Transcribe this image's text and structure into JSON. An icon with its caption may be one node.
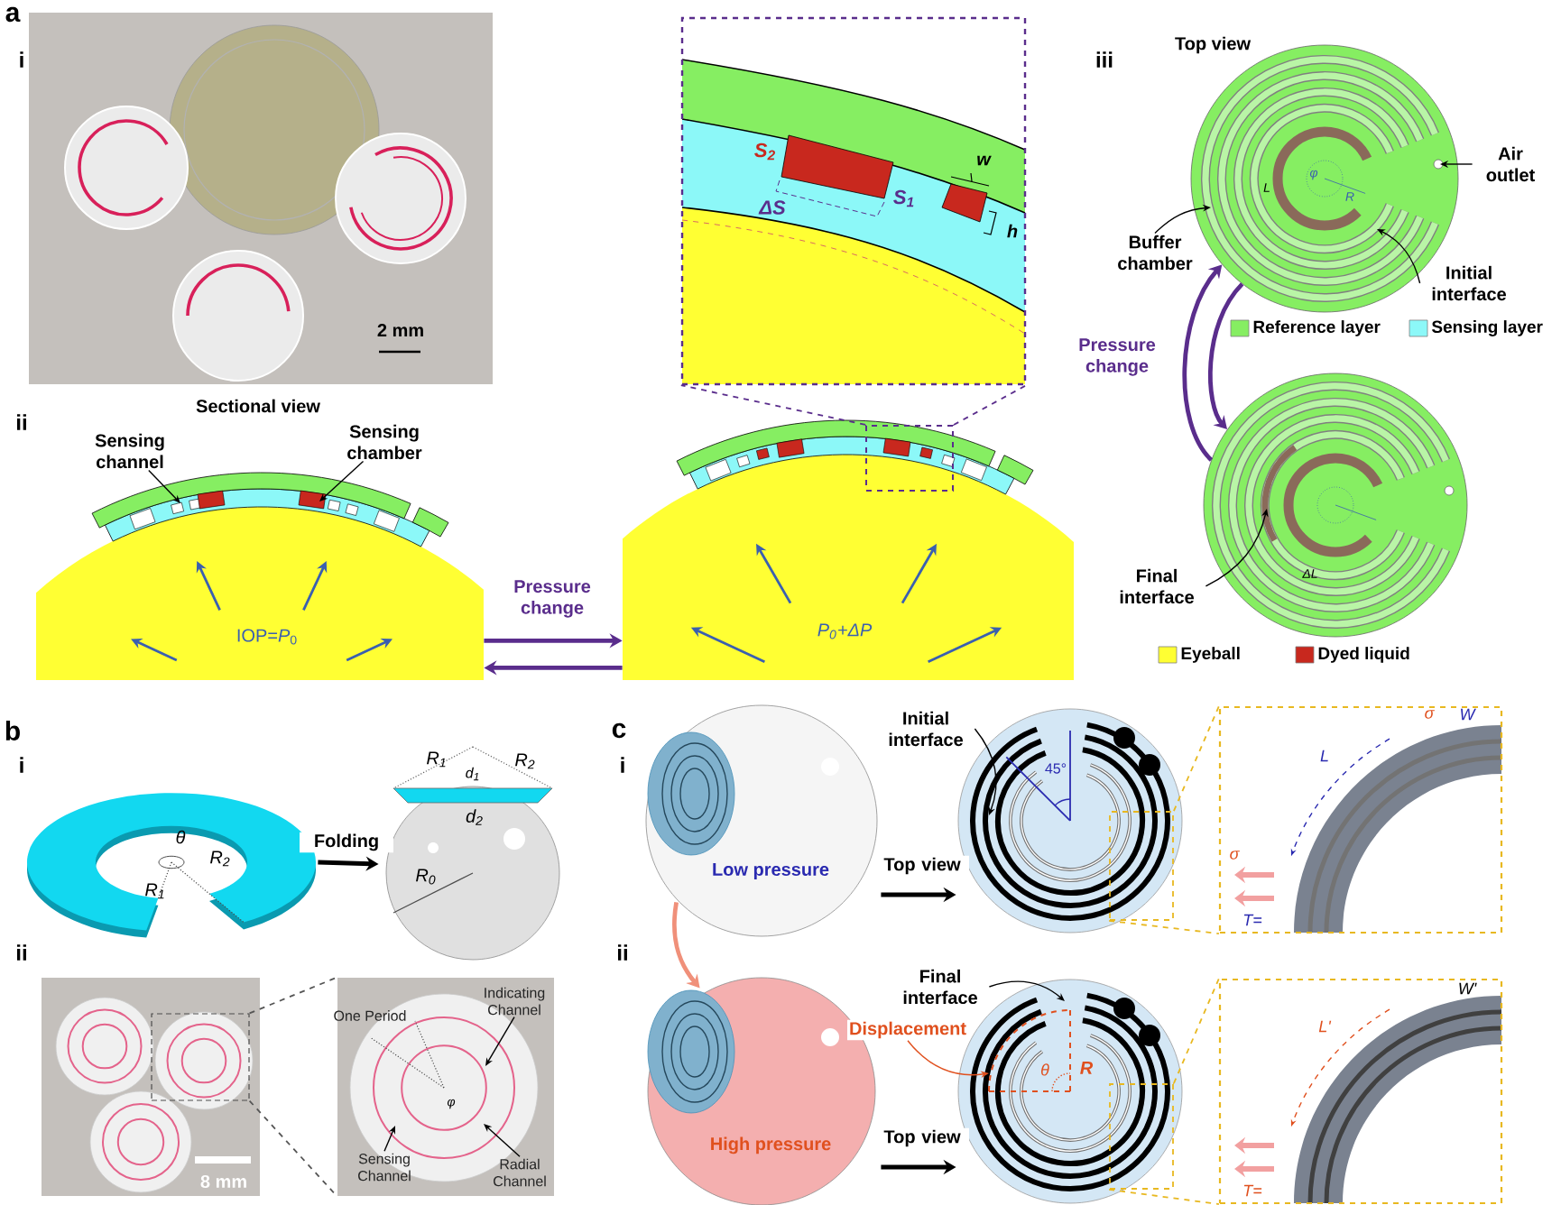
{
  "diagram": {
    "nodes": [
      {
        "text": [],
        "shape": "picture"
      },
      {
        "text": [],
        "shape": "picture"
      },
      {
        "text": [],
        "shape": "circle"
      },
      {
        "text": [
          "Air outlet"
        ]
      },
      {
        "text": [
          "Buffer chamber"
        ]
      },
      {
        "text": [
          "Initial interface"
        ]
      },
      {
        "text": [
          "Sensing channel"
        ]
      },
      {
        "text": [
          "Sensing chamber"
        ]
      },
      {
        "text": [
          "IOP=*P*$_{0}$"
        ]
      },
      {
        "text": [
          "P$_{0}$+ΔP"
        ]
      },
      {
        "text": [],
        "shape": "box"
      },
      {
        "text": [],
        "shape": "circle"
      },
      {
        "text": [
          "Final interface"
        ]
      },
      {
        "text": [],
        "shape": "picture"
      },
      {
        "text": [],
        "shape": "picture"
      },
      {
        "text": [],
        "shape": "picture"
      },
      {
        "text": [],
        "shape": "box",
        "in": 15
      },
      {
        "text": [],
        "shape": "picture"
      },
      {
        "text": [
          "Indicating Channel"
        ],
        "in": 17
      },
      {
        "text": [
          "Sensing Channel"
        ],
        "in": 17
      },
      {
        "text": [
          "Radial Channel"
        ],
        "in": 17
      },
      {
        "text": [
          "Low pressure"
        ]
      },
      {
        "text": [],
        "shape": "circle"
      },
      {
        "text": [],
        "shape": "box",
        "in": 22
      },
      {
        "text": [],
        "shape": "picture"
      },
      {
        "text": [
          "Initial interface"
        ]
      },
      {
        "text": [
          "High pressure"
        ]
      },
      {
        "text": [],
        "shape": "circle"
      },
      {
        "text": [],
        "shape": "box",
        "in": 27
      },
      {
        "text": [],
        "shape": "picture"
      },
      {
        "text": [
          "Final interface"
        ]
      },
      {
        "text": [
          "Displacement"
        ]
      }
    ],
    "edges": [
      {
        "from": 6,
        "to": 8,
        "arrow": "to"
      },
      {
        "from": 7,
        "to": 8,
        "arrow": "to"
      },
      {
        "from": 8,
        "to": 9,
        "arrow": "to",
        "label": "Pressure change",
        "style": "thick",
        "color": "#5a2d8c"
      },
      {
        "from": 9,
        "to": 8,
        "arrow": "to",
        "style": "thick",
        "color": "#5a2d8c"
      },
      {
        "from": 10,
        "to": 1,
        "arrow": "none",
        "style": "dashed",
        "color": "#5a2d8c"
      },
      {
        "from": 10,
        "to": 1,
        "arrow": "none",
        "style": "dashed",
        "color": "#5a2d8c"
      },
      {
        "from": 3,
        "to": 2,
        "arrow": "to"
      },
      {
        "from": 4,
        "to": 2,
        "arrow": "to"
      },
      {
        "from": 5,
        "to": 2,
        "arrow": "to"
      },
      {
        "from": 11,
        "to": 2,
        "arrow": "to",
        "label": "Pressure change",
        "style": "thick",
        "color": "#5a2d8c"
      },
      {
        "from": 2,
        "to": 11,
        "arrow": "to",
        "style": "thick",
        "color": "#5a2d8c"
      },
      {
        "from": 12,
        "to": 11,
        "arrow": "to"
      },
      {
        "from": 13,
        "to": 14,
        "arrow": "to",
        "label": "Folding",
        "style": "thick"
      },
      {
        "from": 16,
        "to": 17,
        "arrow": "none",
        "style": "dashed",
        "color": "#555555"
      },
      {
        "from": 16,
        "to": 17,
        "arrow": "none",
        "style": "dashed",
        "color": "#555555"
      },
      {
        "from": 18,
        "to": 17,
        "arrow": "to"
      },
      {
        "from": 19,
        "to": 17,
        "arrow": "to"
      },
      {
        "from": 20,
        "to": 17,
        "arrow": "to"
      },
      {
        "from": 21,
        "to": 22,
        "arrow": "to",
        "label": "Top view",
        "style": "thick"
      },
      {
        "from": 23,
        "to": 24,
        "arrow": "none",
        "style": "dashed",
        "color": "#e8b820"
      },
      {
        "from": 23,
        "to": 24,
        "arrow": "none",
        "style": "dashed",
        "color": "#e8b820"
      },
      {
        "from": 25,
        "to": 22,
        "arrow": "to"
      },
      {
        "from": 21,
        "to": 26,
        "arrow": "to",
        "style": "thick",
        "color": "#f0907a"
      },
      {
        "from": 26,
        "to": 27,
        "arrow": "to",
        "label": "Top view",
        "style": "thick"
      },
      {
        "from": 28,
        "to": 29,
        "arrow": "none",
        "style": "dashed",
        "color": "#e8b820"
      },
      {
        "from": 28,
        "to": 29,
        "arrow": "none",
        "style": "dashed",
        "color": "#e8b820"
      },
      {
        "from": 30,
        "to": 27,
        "arrow": "to"
      },
      {
        "from": 31,
        "to": 27,
        "arrow": "to",
        "color": "#e0501e"
      }
    ],
    "labels": [
      "a",
      "i",
      "2 mm",
      "ii",
      "Sectional view",
      "iii",
      "Top view",
      "S$_{2}$",
      "S$_{1}$",
      "ΔS",
      "w",
      "h",
      "φ",
      "L",
      "R",
      "ΔL",
      "b",
      "i",
      "θ",
      "R$_{2}$",
      "R$_{1}$",
      "R$_{1}$",
      "R$_{2}$",
      "d$_{1}$",
      "d$_{2}$",
      "R$_{0}$",
      "ii",
      "One Period",
      "φ",
      "8 mm",
      "c",
      "i",
      "45°",
      "σ",
      "W",
      "L",
      "σ",
      "T=",
      "ii",
      "θ",
      "R",
      "W'",
      "L'",
      "T="
    ],
    "legend": [
      {
        "text": "Reference layer",
        "color": "#86ee62"
      },
      {
        "text": "Sensing layer",
        "color": "#8cf8f8"
      },
      {
        "text": "Eyeball",
        "color": "#ffff33"
      },
      {
        "text": "Dyed liquid",
        "color": "#c8281e"
      }
    ]
  }
}
